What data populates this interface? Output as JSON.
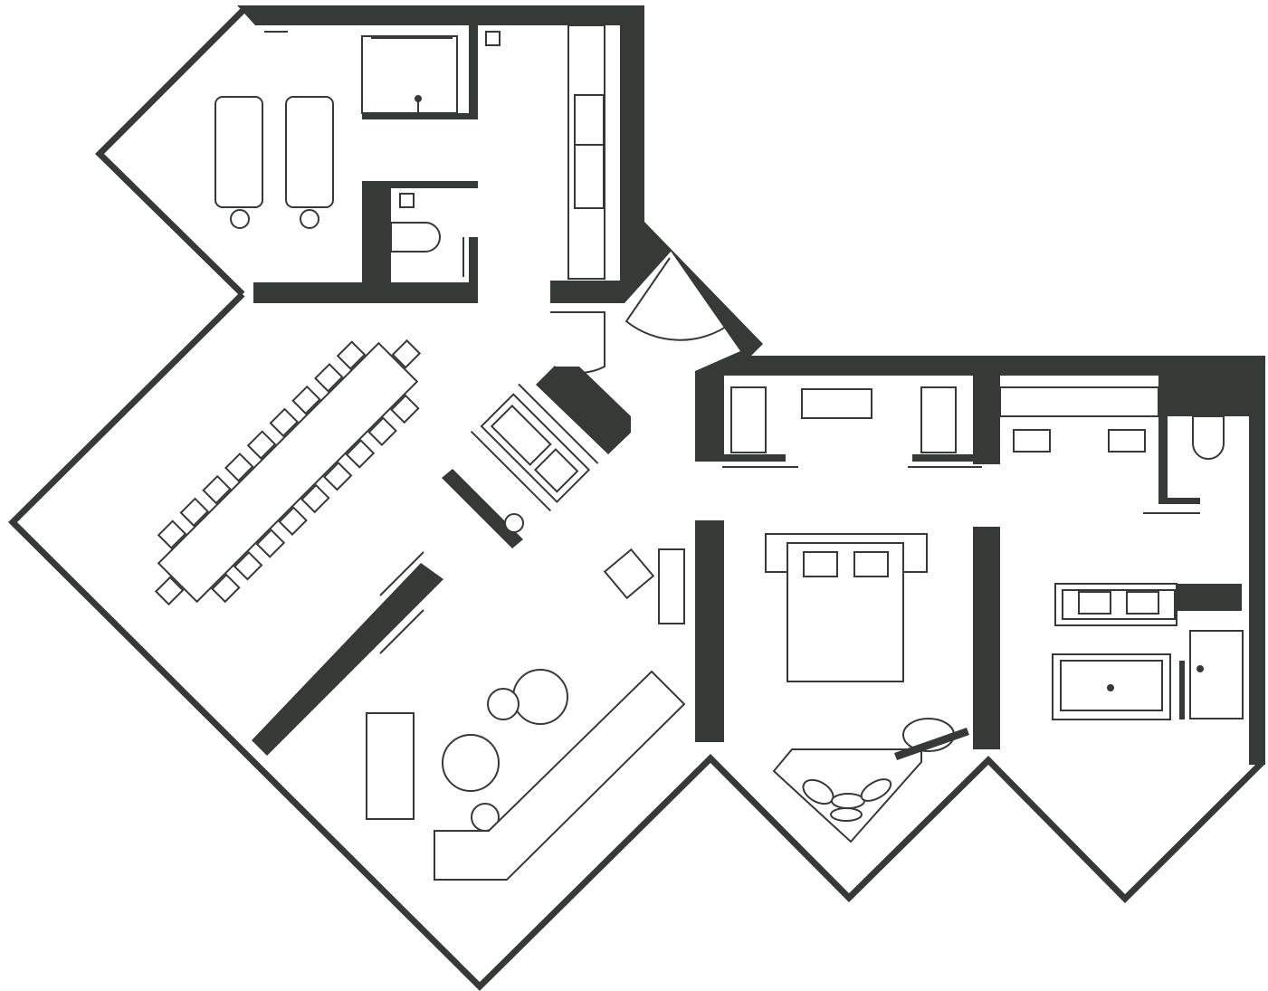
{
  "plan": {
    "wall_color": "#353a37",
    "background_color": "#ffffff",
    "rooms": [
      "spa",
      "bathroom",
      "shower",
      "corridor",
      "living-dining",
      "kitchen",
      "bedroom",
      "walk-in-closet",
      "master-bathroom"
    ]
  }
}
